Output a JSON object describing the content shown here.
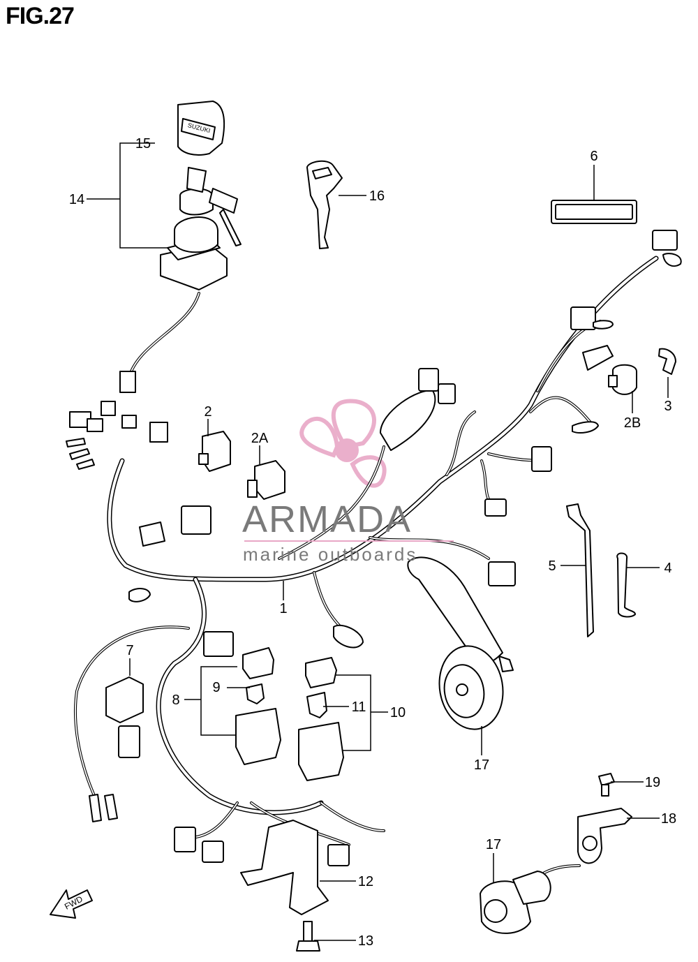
{
  "figure": {
    "title": "FIG.27"
  },
  "watermark": {
    "brand": "ARMADA",
    "tagline": "marine outboards",
    "logo_color": "#e8a7c6"
  },
  "callouts": [
    {
      "id": "c1",
      "label": "1"
    },
    {
      "id": "c2",
      "label": "2"
    },
    {
      "id": "c2a",
      "label": "2A"
    },
    {
      "id": "c2b",
      "label": "2B"
    },
    {
      "id": "c3",
      "label": "3"
    },
    {
      "id": "c4",
      "label": "4"
    },
    {
      "id": "c5",
      "label": "5"
    },
    {
      "id": "c6",
      "label": "6"
    },
    {
      "id": "c7",
      "label": "7"
    },
    {
      "id": "c8",
      "label": "8"
    },
    {
      "id": "c9",
      "label": "9"
    },
    {
      "id": "c10",
      "label": "10"
    },
    {
      "id": "c11",
      "label": "11"
    },
    {
      "id": "c12",
      "label": "12"
    },
    {
      "id": "c13",
      "label": "13"
    },
    {
      "id": "c14",
      "label": "14"
    },
    {
      "id": "c15",
      "label": "15"
    },
    {
      "id": "c16",
      "label": "16"
    },
    {
      "id": "c17a",
      "label": "17"
    },
    {
      "id": "c17b",
      "label": "17"
    },
    {
      "id": "c18",
      "label": "18"
    },
    {
      "id": "c19",
      "label": "19"
    }
  ],
  "parts": {
    "ignition_cap_text": "SUZUKI",
    "forward_arrow_text": "FWD"
  }
}
